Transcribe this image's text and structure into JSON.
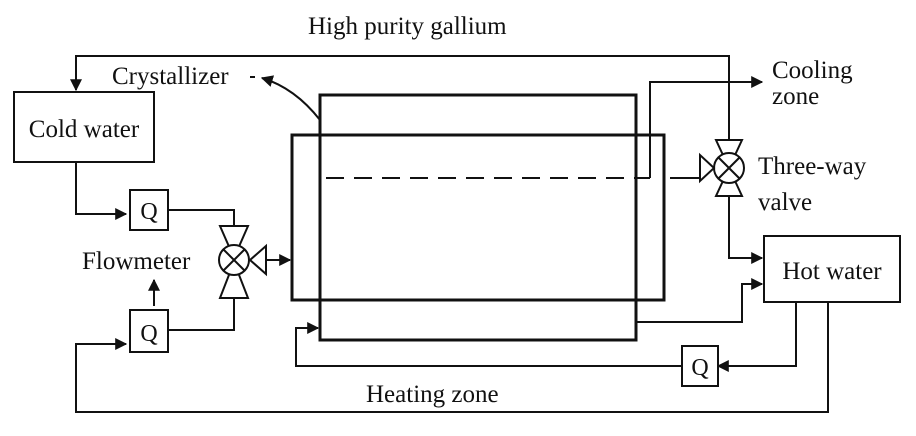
{
  "labels": {
    "title": "High purity gallium",
    "crystallizer": "Crystallizer",
    "cooling_line1": "Cooling",
    "cooling_line2": "zone",
    "cold_water": "Cold water",
    "hot_water": "Hot water",
    "three_way_line1": "Three-way",
    "three_way_line2": "valve",
    "flowmeter": "Flowmeter",
    "heating_zone": "Heating zone"
  },
  "flowmeters": {
    "symbol": "Q"
  }
}
